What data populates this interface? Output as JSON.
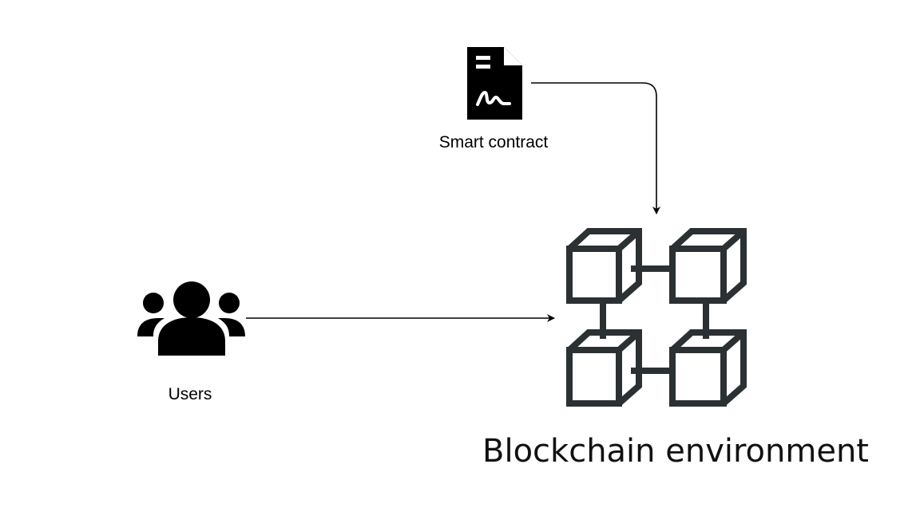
{
  "nodes": {
    "smart_contract": {
      "label": "Smart contract",
      "icon": "smart-contract-document-icon"
    },
    "users": {
      "label": "Users",
      "icon": "users-group-icon"
    },
    "blockchain": {
      "label": "Blockchain environment",
      "icon": "blockchain-blocks-icon"
    }
  },
  "edges": [
    {
      "from": "smart_contract",
      "to": "blockchain"
    },
    {
      "from": "users",
      "to": "blockchain"
    }
  ],
  "colors": {
    "icon_black": "#000000",
    "blockchain_stroke": "#2b3033",
    "arrow": "#000000"
  }
}
